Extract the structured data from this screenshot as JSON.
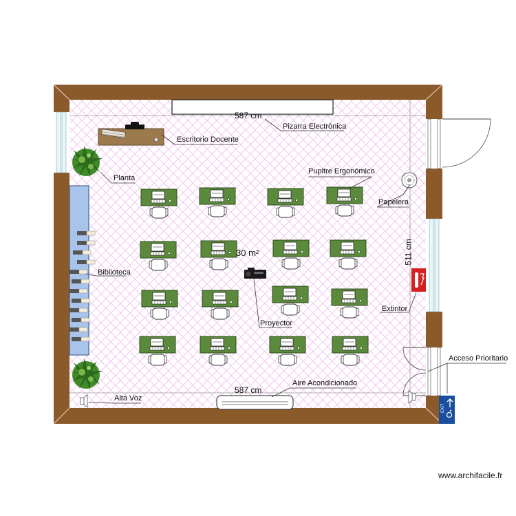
{
  "labels": {
    "pizarra": "Pizarra Electrónica",
    "escritorio": "Escritorio Docente",
    "planta": "Planta",
    "pupitre": "Pupitre Ergonómico",
    "papelera": "Papelera",
    "biblioteca": "Biblioteca",
    "proyector": "Proyector",
    "extintor": "Extintor",
    "acceso": "Acceso Prioritario",
    "aire": "Aire Acondicionado",
    "altavoz": "Alta Voz"
  },
  "dimensions": {
    "width_top": "587 cm",
    "width_bottom": "587 cm",
    "height": "511 cm",
    "area": "30 m²"
  },
  "watermark": "www.archifacile.fr",
  "colors": {
    "wall": "#8b5a2b",
    "floor_pattern": "#f0c8f0",
    "desk": "#5c8a3c",
    "teacher_desk": "#9c7a4e",
    "bookshelf": "#a9c4ea",
    "extinguisher": "#d42020",
    "accessible_sign": "#1a4fa0"
  }
}
